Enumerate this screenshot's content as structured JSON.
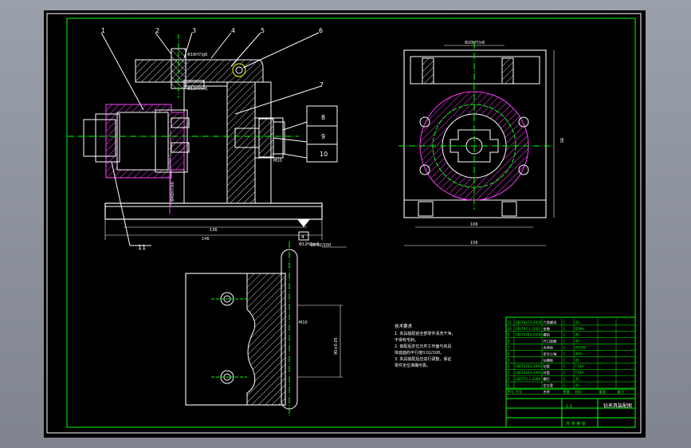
{
  "drawing": {
    "balloons": [
      "1",
      "2",
      "3",
      "4",
      "5",
      "6",
      "7",
      "8",
      "9",
      "10",
      "11"
    ],
    "dims": {
      "bore": "Φ20H7/n6",
      "locate": "Φ40H7/k6",
      "pin": "Φ12H7/n6",
      "overall_w": "156",
      "overall_h": "136",
      "side_w": "106",
      "height": "85",
      "base_len": "146",
      "top_dim": "Φ16H7/g6",
      "bolt_dim": "M10",
      "tol": "Φ0.02/100",
      "plan_dim": "Φ12H7/n6",
      "plan_h": "90±0.05",
      "check": "4"
    },
    "notes": {
      "title": "技术要求",
      "line1": "1. 夹具装配前全部零件清洗干净，",
      "line1b": "不得有毛刺。",
      "line2": "2. 装配后定位元件工作面与夹具",
      "line2b": "体底面的平行度0.02/100。",
      "line3": "3. 夹具装配后应进行调整，保证",
      "line3b": "零件定位准确可靠。"
    },
    "bom": {
      "rows": [
        [
          "11",
          "GB/T6170-2000",
          "六角螺母",
          "1",
          "45",
          "",
          ""
        ],
        [
          "10",
          "GB/T97.1-2002",
          "垫圈",
          "1",
          "65Mn",
          "",
          ""
        ],
        [
          "9",
          "GB/T5783-2000",
          "螺栓",
          "1",
          "45",
          "",
          ""
        ],
        [
          "8",
          "",
          "开口垫圈",
          "1",
          "45",
          "",
          ""
        ],
        [
          "7",
          "",
          "夹具体",
          "1",
          "HT200",
          "",
          ""
        ],
        [
          "6",
          "",
          "定位心轴",
          "1",
          "40Cr",
          "",
          ""
        ],
        [
          "5",
          "",
          "钻模板",
          "1",
          "45",
          "",
          ""
        ],
        [
          "4",
          "GB/T2262-1991",
          "钻套",
          "1",
          "T10A",
          "",
          ""
        ],
        [
          "3",
          "GB/T2263-1991",
          "衬套",
          "1",
          "T10A",
          "",
          ""
        ],
        [
          "2",
          "GB/T70.1-2008",
          "螺钉",
          "2",
          "35",
          "",
          ""
        ],
        [
          "1",
          "",
          "定位套",
          "1",
          "45",
          "",
          ""
        ]
      ],
      "header": [
        "序号",
        "代号",
        "名称",
        "数量",
        "材料",
        "重量",
        "备注"
      ],
      "title": "钻夹具装配图",
      "scale": "1:1",
      "sheet": "共 张 第 张"
    }
  }
}
